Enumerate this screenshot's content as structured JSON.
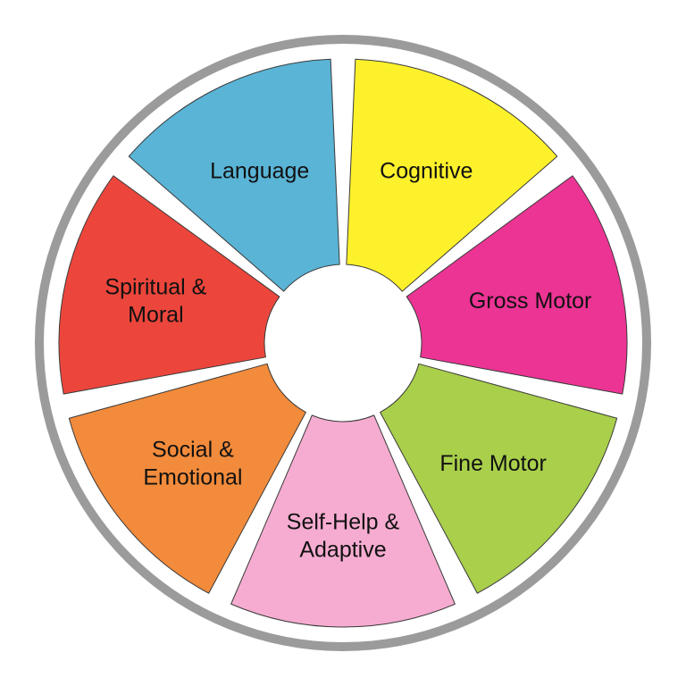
{
  "wheel": {
    "ring_color": "#9b9b9b",
    "hub_color": "#ffffff",
    "segments": [
      {
        "id": "language",
        "lines": [
          "Language"
        ],
        "color": "#5ab4d6"
      },
      {
        "id": "cognitive",
        "lines": [
          "Cognitive"
        ],
        "color": "#fdf12b"
      },
      {
        "id": "gross-motor",
        "lines": [
          "Gross Motor"
        ],
        "color": "#ec3494"
      },
      {
        "id": "fine-motor",
        "lines": [
          "Fine Motor"
        ],
        "color": "#a9cf4b"
      },
      {
        "id": "self-help",
        "lines": [
          "Self-Help &",
          "Adaptive"
        ],
        "color": "#f6acd0"
      },
      {
        "id": "social",
        "lines": [
          "Social &",
          "Emotional"
        ],
        "color": "#f28b3b"
      },
      {
        "id": "spiritual",
        "lines": [
          "Spiritual &",
          "Moral"
        ],
        "color": "#ec463c"
      }
    ]
  }
}
